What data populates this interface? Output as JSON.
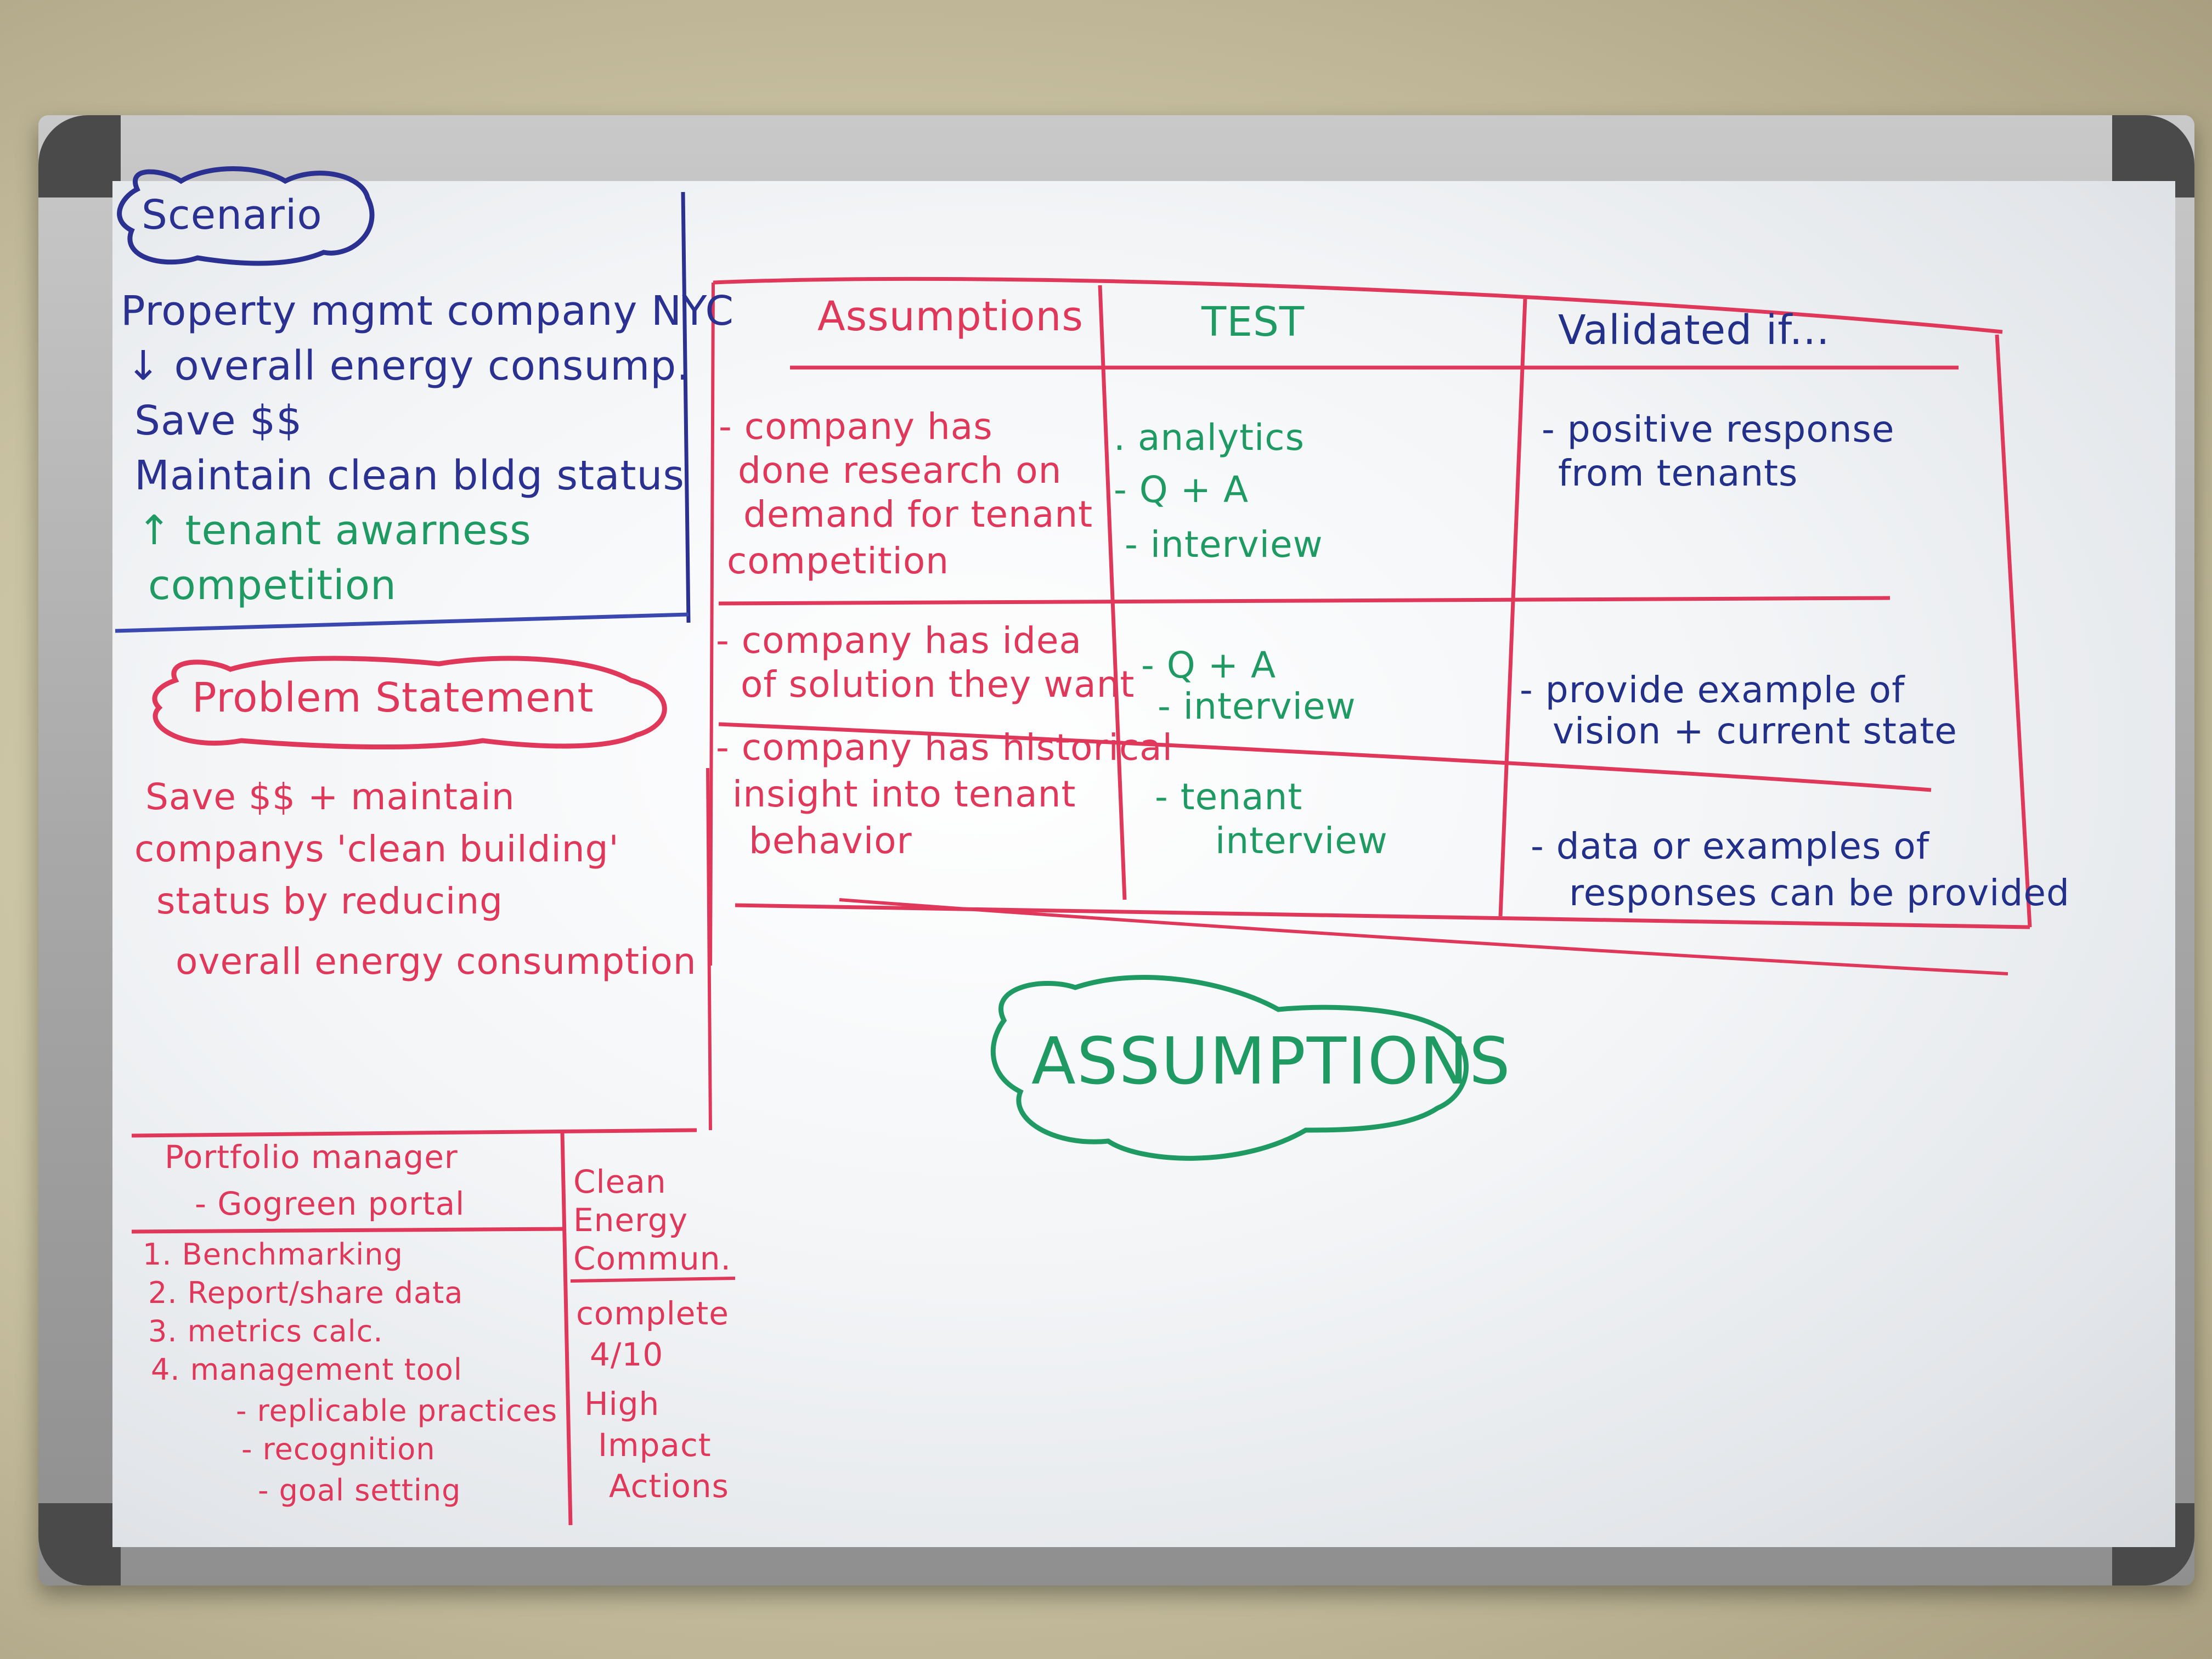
{
  "scenario": {
    "title": "Scenario",
    "lines": [
      "Property mgmt company NYC",
      "↓ overall energy consump.",
      "Save $$",
      "Maintain clean bldg status",
      "↑ tenant awarness",
      "competition"
    ]
  },
  "problem_statement": {
    "title": "Problem Statement",
    "lines": [
      "Save $$ + maintain",
      "companys 'clean building'",
      "status by reducing",
      "overall energy consumption"
    ]
  },
  "portfolio": {
    "header_lines": [
      "Portfolio manager",
      "- Gogreen portal"
    ],
    "items": [
      "1. Benchmarking",
      "2. Report/share data",
      "3. metrics calc.",
      "4. management tool",
      "- replicable practices",
      "- recognition",
      "- goal setting"
    ],
    "side_top": [
      "Clean",
      "Energy",
      "Commun."
    ],
    "side_bottom": [
      "complete",
      "4/10",
      "High",
      "Impact",
      "Actions"
    ]
  },
  "assumptions_table": {
    "columns": [
      "Assumptions",
      "TEST",
      "Validated if..."
    ],
    "rows": [
      {
        "assumption": [
          "- company has",
          "done research on",
          "demand for tenant",
          "competition"
        ],
        "test": [
          ". analytics",
          "- Q + A",
          "- interview"
        ],
        "validated": [
          "- positive response",
          "from tenants"
        ]
      },
      {
        "assumption": [
          "- company has idea",
          "of solution they want"
        ],
        "test": [
          "- Q + A",
          "- interview"
        ],
        "validated": [
          "- provide example of",
          "vision + current state"
        ]
      },
      {
        "assumption": [
          "- company has historical",
          "insight into tenant",
          "behavior"
        ],
        "test": [
          "- tenant",
          "interview"
        ],
        "validated": [
          "- data or examples of",
          "responses can be provided"
        ]
      }
    ]
  },
  "cloud_label": "ASSUMPTIONS",
  "colors": {
    "blue_marker": "#2b3190",
    "red_marker": "#e0385a",
    "green_marker": "#1f9a63",
    "frame": "#a8a8a8"
  }
}
